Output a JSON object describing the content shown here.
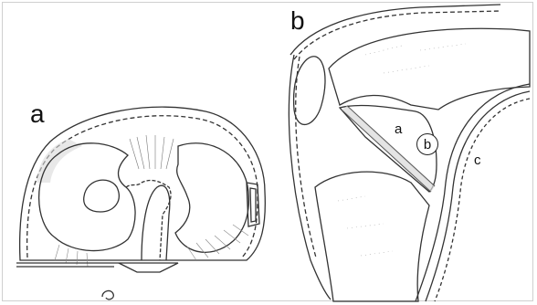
{
  "panel_labels": {
    "left_panel": "a",
    "right_panel": "b"
  },
  "structure_labels": {
    "a": "a",
    "b": "b",
    "c": "c"
  },
  "colors": {
    "line": "#333333",
    "shading": "#d9d9d9"
  }
}
